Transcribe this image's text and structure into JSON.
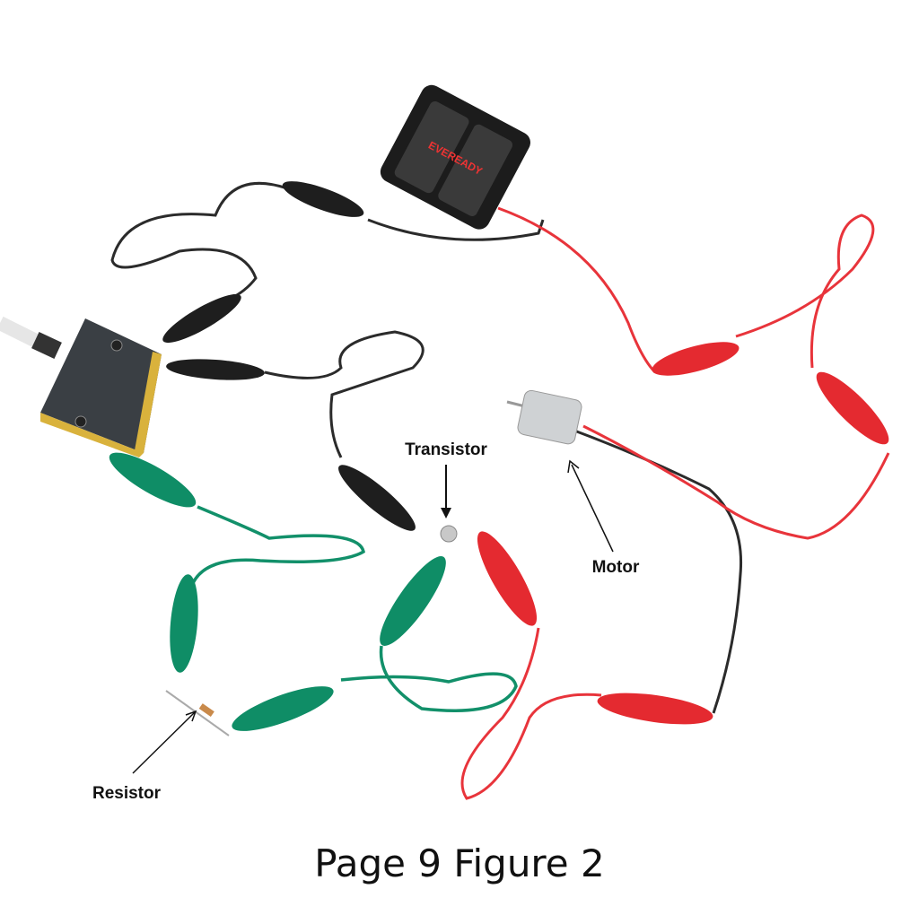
{
  "labels": {
    "transistor": "Transistor",
    "motor": "Motor",
    "resistor": "Resistor"
  },
  "caption": "Page 9 Figure 2",
  "battery_brand": "EVEREADY",
  "colors": {
    "red_wire": "#e8343b",
    "green_wire": "#12906a",
    "black_wire": "#2b2b2b",
    "microbit_board": "#3a3f44",
    "gold_edge": "#d9b23c"
  }
}
